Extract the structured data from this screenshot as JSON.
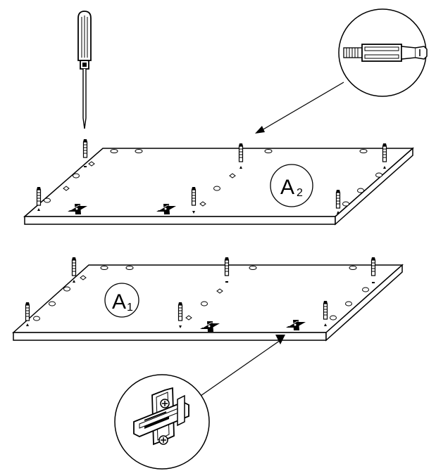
{
  "diagram": {
    "title": "",
    "panels": [
      {
        "id": "A2",
        "letter": "A",
        "subscript": "2"
      },
      {
        "id": "A1",
        "letter": "A",
        "subscript": "1"
      }
    ],
    "details": [
      {
        "id": "cam-dowel-detail",
        "icon": "cam-dowel-icon"
      },
      {
        "id": "hinge-plate-detail",
        "icon": "hinge-mounting-plate-icon"
      }
    ],
    "tool": {
      "icon": "screwdriver-icon"
    },
    "colors": {
      "line": "#000000",
      "background": "#ffffff"
    }
  }
}
